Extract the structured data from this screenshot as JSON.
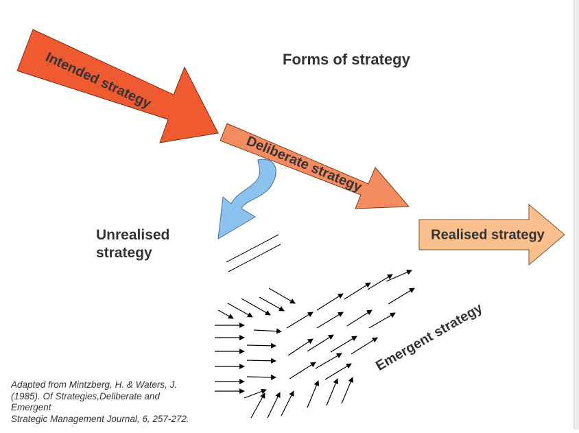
{
  "diagram": {
    "title": "Forms of strategy",
    "intended_label": "Intended strategy",
    "deliberate_label": "Deliberate strategy",
    "realised_label": "Realised strategy",
    "unrealised_line1": "Unrealised",
    "unrealised_line2": "strategy",
    "emergent_label": "Emergent strategy"
  },
  "citation": {
    "line1": "Adapted from Mintzberg, H. & Waters, J.",
    "line2": "(1985). Of Strategies,Deliberate and",
    "line3": "Emergent",
    "line4": "Strategic Management Journal, 6, 257-272."
  },
  "colors": {
    "intended": "#f05a30",
    "deliberate": "#f58c60",
    "realised": "#fbc08e",
    "unrealised": "#8cc2f0"
  }
}
